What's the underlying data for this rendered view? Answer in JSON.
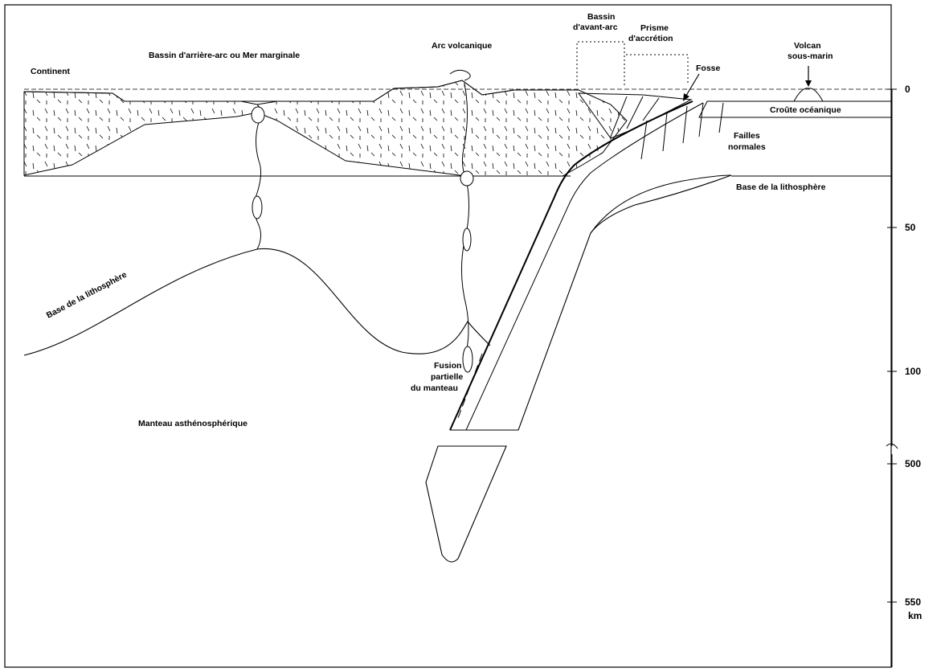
{
  "labels": {
    "continent": "Continent",
    "back_arc_basin": "Bassin d'arrière-arc ou Mer marginale",
    "volcanic_arc": "Arc volcanique",
    "forearc_basin_line1": "Bassin",
    "forearc_basin_line2": "d'avant-arc",
    "accretion_prism_line1": "Prisme",
    "accretion_prism_line2": "d'accrétion",
    "trench": "Fosse",
    "seamount_line1": "Volcan",
    "seamount_line2": "sous-marin",
    "oceanic_crust": "Croûte océanique",
    "normal_faults_line1": "Failles",
    "normal_faults_line2": "normales",
    "lithosphere_base_right": "Base de la lithosphère",
    "lithosphere_base_left": "Base de la lithosphère",
    "partial_melt_line1": "Fusion",
    "partial_melt_line2": "partielle",
    "partial_melt_line3": "du manteau",
    "asthenospheric_mantle": "Manteau asthénosphérique"
  },
  "depth_scale": {
    "ticks": [
      "0",
      "50",
      "100",
      "500",
      "550"
    ],
    "unit": "km"
  },
  "colors": {
    "line": "#000000",
    "background": "#ffffff"
  }
}
